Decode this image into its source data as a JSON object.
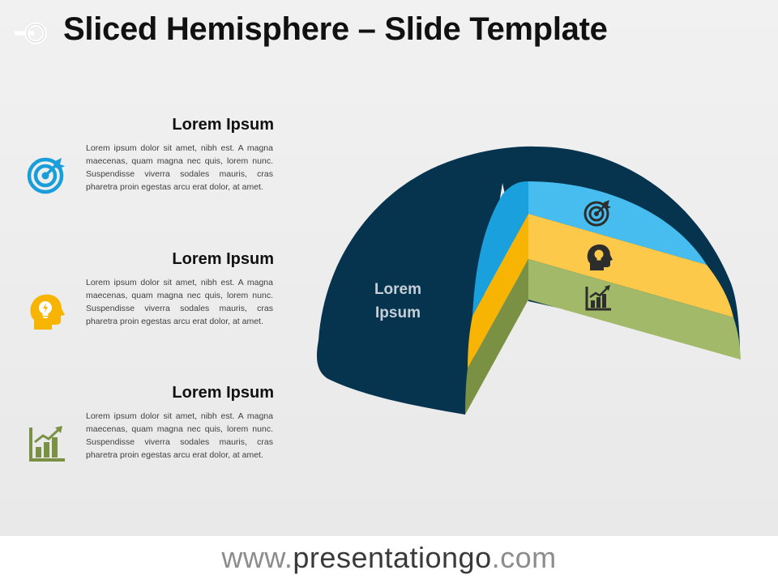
{
  "slide": {
    "title": "Sliced Hemisphere – Slide Template"
  },
  "colors": {
    "dark_navy": "#06344f",
    "blue": "#47bdef",
    "blue_dark": "#1aa0dc",
    "yellow": "#fdc94a",
    "yellow_dark": "#f8b402",
    "green": "#a2b96a",
    "green_dark": "#7a9143"
  },
  "items": [
    {
      "heading": "Lorem Ipsum",
      "body": "Lorem ipsum dolor sit amet, nibh est. A magna maecenas, quam magna nec quis, lorem nunc. Suspendisse viverra sodales mauris, cras pharetra proin egestas arcu erat dolor, at amet.",
      "icon": "target-icon"
    },
    {
      "heading": "Lorem Ipsum",
      "body": "Lorem ipsum dolor sit amet, nibh est. A magna maecenas, quam magna nec quis, lorem nunc. Suspendisse viverra sodales mauris, cras pharetra proin egestas arcu erat dolor, at amet.",
      "icon": "head-idea-icon"
    },
    {
      "heading": "Lorem Ipsum",
      "body": "Lorem ipsum dolor sit amet, nibh est. A magna maecenas, quam magna nec quis, lorem nunc. Suspendisse viverra sodales mauris, cras pharetra proin egestas arcu erat dolor, at amet.",
      "icon": "growth-chart-icon"
    }
  ],
  "hemisphere": {
    "label_line1": "Lorem",
    "label_line2": "Ipsum"
  },
  "footer": {
    "url_prefix": "www.",
    "url_domain": "presentationgo",
    "url_suffix": ".com"
  }
}
